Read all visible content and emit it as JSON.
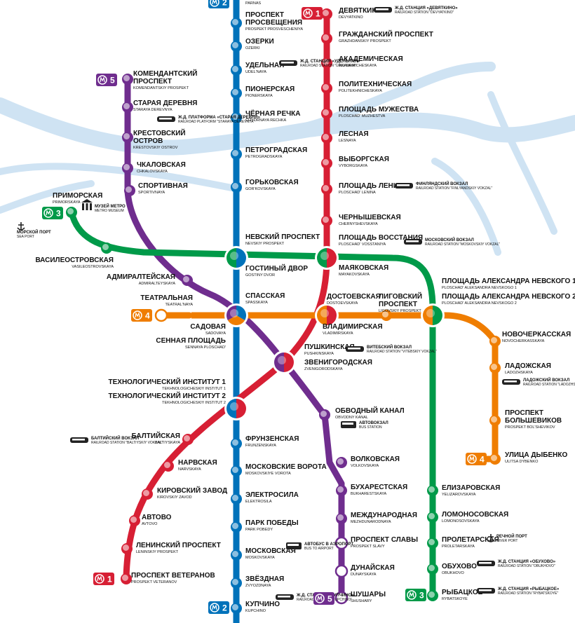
{
  "colors": {
    "line1": "#d71f34",
    "line2": "#0072ba",
    "line3": "#009a49",
    "line4": "#ef7d00",
    "line5": "#6f2d8e",
    "river": "#cfe3f3",
    "station_fill": "#ffffff"
  },
  "lines": [
    {
      "id": "1",
      "badge": "1",
      "color": "#d71f34",
      "icon": "metro-m-icon"
    },
    {
      "id": "2",
      "badge": "2",
      "color": "#0072ba",
      "icon": "metro-m-icon"
    },
    {
      "id": "3",
      "badge": "3",
      "color": "#009a49",
      "icon": "metro-m-icon"
    },
    {
      "id": "4",
      "badge": "4",
      "color": "#ef7d00",
      "icon": "metro-m-icon"
    },
    {
      "id": "5",
      "badge": "5",
      "color": "#6f2d8e",
      "icon": "metro-m-icon"
    }
  ],
  "stations": [
    {
      "id": "parnas",
      "ru": "",
      "en": "PARNAS",
      "line": "2"
    },
    {
      "id": "prosveshcheniya",
      "ru": "ПРОСПЕКТ ПРОСВЕЩЕНИЯ",
      "en": "PROSPEKT PROSVESCHENIYA",
      "line": "2"
    },
    {
      "id": "ozerki",
      "ru": "ОЗЕРКИ",
      "en": "OZERKI",
      "line": "2"
    },
    {
      "id": "udelnaya",
      "ru": "УДЕЛЬНАЯ",
      "en": "UDEL'NAYA",
      "line": "2"
    },
    {
      "id": "pionerskaya",
      "ru": "ПИОНЕРСКАЯ",
      "en": "PIONERSKAYA",
      "line": "2"
    },
    {
      "id": "chyornaya",
      "ru": "ЧЁРНАЯ РЕЧКА",
      "en": "CHYORNAYA RECHKA",
      "line": "2"
    },
    {
      "id": "petrogradskaya",
      "ru": "ПЕТРОГРАДСКАЯ",
      "en": "PETROGRADSKAYA",
      "line": "2"
    },
    {
      "id": "gorkovskaya",
      "ru": "ГОРЬКОВСКАЯ",
      "en": "GOR'KOVSKAYA",
      "line": "2"
    },
    {
      "id": "nevsky",
      "ru": "НЕВСКИЙ ПРОСПЕКТ",
      "en": "NEVSKIY PROSPEKT",
      "line": "2"
    },
    {
      "id": "gostiny",
      "ru": "ГОСТИНЫЙ ДВОР",
      "en": "GOSTINY DVOR",
      "line": "3"
    },
    {
      "id": "sennaya",
      "ru": "СЕННАЯ ПЛОЩАДЬ",
      "en": "SENNAYA PLOSCHAD'",
      "line": "2"
    },
    {
      "id": "spasskaya",
      "ru": "СПАССКАЯ",
      "en": "SPASSKAYA",
      "line": "4"
    },
    {
      "id": "sadovaya",
      "ru": "САДОВАЯ",
      "en": "SADOVAYA",
      "line": "5"
    },
    {
      "id": "tech1",
      "ru": "ТЕХНОЛОГИЧЕСКИЙ ИНСТИТУТ 1",
      "en": "TEKHNOLOGICHESKIY INSTITUT 1",
      "line": "1"
    },
    {
      "id": "tech2",
      "ru": "ТЕХНОЛОГИЧЕСКИЙ ИНСТИТУТ 2",
      "en": "TEKHNOLOGICHESKIY INSTITUT 2",
      "line": "2"
    },
    {
      "id": "frunzenskaya",
      "ru": "ФРУНЗЕНСКАЯ",
      "en": "FRUNZENSKAYA",
      "line": "2"
    },
    {
      "id": "moskovskie",
      "ru": "МОСКОВСКИЕ ВОРОТА",
      "en": "MOSKOVSKIYE VOROTA",
      "line": "2"
    },
    {
      "id": "elektrosila",
      "ru": "ЭЛЕКТРОСИЛА",
      "en": "ELEKTROSILA",
      "line": "2"
    },
    {
      "id": "park_pobedy",
      "ru": "ПАРК ПОБЕДЫ",
      "en": "PARK POBEDY",
      "line": "2"
    },
    {
      "id": "moskovskaya",
      "ru": "МОСКОВСКАЯ",
      "en": "MOSKOVSKAYA",
      "line": "2"
    },
    {
      "id": "zvyozdnaya",
      "ru": "ЗВЁЗДНАЯ",
      "en": "ZVYOZDNAYA",
      "line": "2"
    },
    {
      "id": "kupchino",
      "ru": "КУПЧИНО",
      "en": "KUPCHINO",
      "line": "2"
    },
    {
      "id": "devyatkino",
      "ru": "ДЕВЯТКИНО",
      "en": "DEVYATKINO",
      "line": "1"
    },
    {
      "id": "grazhdansky",
      "ru": "ГРАЖДАНСКИЙ ПРОСПЕКТ",
      "en": "GRAZHDANSKIY PROSPEKT",
      "line": "1"
    },
    {
      "id": "akademicheskaya",
      "ru": "АКАДЕМИЧЕСКАЯ",
      "en": "AKADEMICHESKAYA",
      "line": "1"
    },
    {
      "id": "politekhnicheskaya",
      "ru": "ПОЛИТЕХНИЧЕСКАЯ",
      "en": "POLITEKHNICHESKAYA",
      "line": "1"
    },
    {
      "id": "muzhestva",
      "ru": "ПЛОЩАДЬ МУЖЕСТВА",
      "en": "PLOSCHAD' MUZHESTVA",
      "line": "1"
    },
    {
      "id": "lesnaya",
      "ru": "ЛЕСНАЯ",
      "en": "LESNAYA",
      "line": "1"
    },
    {
      "id": "vyborgskaya",
      "ru": "ВЫБОРГСКАЯ",
      "en": "VYBORGSKAYA",
      "line": "1"
    },
    {
      "id": "lenina",
      "ru": "ПЛОЩАДЬ ЛЕНИНА",
      "en": "PLOSCHAD' LENINA",
      "line": "1"
    },
    {
      "id": "chernyshevskaya",
      "ru": "ЧЕРНЫШЕВСКАЯ",
      "en": "CHERNYSHEVSKAYA",
      "line": "1"
    },
    {
      "id": "vosstaniya",
      "ru": "ПЛОЩАДЬ ВОССТАНИЯ",
      "en": "PLOSCHAD' VOSSTANIYA",
      "line": "1"
    },
    {
      "id": "mayakovskaya",
      "ru": "МАЯКОВСКАЯ",
      "en": "MAYAKOVSKAYA",
      "line": "3"
    },
    {
      "id": "dostoevskaya",
      "ru": "ДОСТОЕВСКАЯ",
      "en": "DOSTOEVSKAYA",
      "line": "4"
    },
    {
      "id": "vladimirskaya",
      "ru": "ВЛАДИМИРСКАЯ",
      "en": "VLADIMIRSKAYA",
      "line": "1"
    },
    {
      "id": "pushkinskaya",
      "ru": "ПУШКИНСКАЯ",
      "en": "PUSHKINSKAYA",
      "line": "1"
    },
    {
      "id": "zvenigorodskaya",
      "ru": "ЗВЕНИГОРОДСКАЯ",
      "en": "ZVENIGORODSKAYA",
      "line": "5"
    },
    {
      "id": "baltiyskaya",
      "ru": "БАЛТИЙСКАЯ",
      "en": "BALTIYSKAYA",
      "line": "1"
    },
    {
      "id": "narvskaya",
      "ru": "НАРВСКАЯ",
      "en": "NARVSKAYA",
      "line": "1"
    },
    {
      "id": "kirovsky",
      "ru": "КИРОВСКИЙ ЗАВОД",
      "en": "KIROVSKIY ZAVOD",
      "line": "1"
    },
    {
      "id": "avtovo",
      "ru": "АВТОВО",
      "en": "AVTOVO",
      "line": "1"
    },
    {
      "id": "leninsky",
      "ru": "ЛЕНИНСКИЙ ПРОСПЕКТ",
      "en": "LENINSKIY PROSPEKT",
      "line": "1"
    },
    {
      "id": "veteranov",
      "ru": "ПРОСПЕКТ ВЕТЕРАНОВ",
      "en": "PROSPEKT VETERANOV",
      "line": "1"
    },
    {
      "id": "komendantsky",
      "ru": "КОМЕНДАНТСКИЙ ПРОСПЕКТ",
      "en": "KOMENDANTSKIY PROSPEKT",
      "line": "5"
    },
    {
      "id": "staraya",
      "ru": "СТАРАЯ ДЕРЕВНЯ",
      "en": "STARAYA DEREVNYA",
      "line": "5"
    },
    {
      "id": "krestovsky",
      "ru": "КРЕСТОВСКИЙ ОСТРОВ",
      "en": "KRESTOVSKIY OSTROV",
      "line": "5"
    },
    {
      "id": "chkalovskaya",
      "ru": "ЧКАЛОВСКАЯ",
      "en": "CHKALOVSKAYA",
      "line": "5"
    },
    {
      "id": "sportivnaya",
      "ru": "СПОРТИВНАЯ",
      "en": "SPORTIVNAYA",
      "line": "5"
    },
    {
      "id": "admiralteyskaya",
      "ru": "АДМИРАЛТЕЙСКАЯ",
      "en": "ADMIRALTEYSKAYA",
      "line": "5"
    },
    {
      "id": "obvodny",
      "ru": "ОБВОДНЫЙ КАНАЛ",
      "en": "OBVODNY KANAL",
      "line": "5"
    },
    {
      "id": "volkovskaya",
      "ru": "ВОЛКОВСКАЯ",
      "en": "VOLKOVSKAYA",
      "line": "5"
    },
    {
      "id": "bukharestskaya",
      "ru": "БУХАРЕСТСКАЯ",
      "en": "BUKHARESTSKAYA",
      "line": "5"
    },
    {
      "id": "mezhdunarodnaya",
      "ru": "МЕЖДУНАРОДНАЯ",
      "en": "MEZHDUNARODNAYA",
      "line": "5"
    },
    {
      "id": "slavy",
      "ru": "ПРОСПЕКТ СЛАВЫ",
      "en": "PROSPEKT SLAVY",
      "line": "5"
    },
    {
      "id": "dunayskaya",
      "ru": "ДУНАЙСКАЯ",
      "en": "DUNAYSKAYA",
      "line": "5"
    },
    {
      "id": "shushary",
      "ru": "ШУШАРЫ",
      "en": "SHUSHARY",
      "line": "5"
    },
    {
      "id": "primorskaya",
      "ru": "ПРИМОРСКАЯ",
      "en": "PRIMORSKAYA",
      "line": "3"
    },
    {
      "id": "vasileostrovskaya",
      "ru": "ВАСИЛЕОСТРОВСКАЯ",
      "en": "VASILEOSTROVSKAYA",
      "line": "3"
    },
    {
      "id": "an1",
      "ru": "ПЛОЩАДЬ АЛЕКСАНДРА НЕВСКОГО 1",
      "en": "PLOSCHAD' ALEKSANDRA NEVSKOGO 1",
      "line": "3"
    },
    {
      "id": "an2",
      "ru": "ПЛОЩАДЬ АЛЕКСАНДРА НЕВСКОГО 2",
      "en": "PLOSCHAD' ALEKSANDRA NEVSKOGO 2",
      "line": "4"
    },
    {
      "id": "elizarovskaya",
      "ru": "ЕЛИЗАРОВСКАЯ",
      "en": "YELIZAROVSKAYA",
      "line": "3"
    },
    {
      "id": "lomonosovskaya",
      "ru": "ЛОМОНОСОВСКАЯ",
      "en": "LOMONOSOVSKAYA",
      "line": "3"
    },
    {
      "id": "proletarskaya",
      "ru": "ПРОЛЕТАРСКАЯ",
      "en": "PROLETARSKAYA",
      "line": "3"
    },
    {
      "id": "obukhovo",
      "ru": "ОБУХОВО",
      "en": "OBUKHOVO",
      "line": "3"
    },
    {
      "id": "rybatskoe",
      "ru": "РЫБАЦКОЕ",
      "en": "RYBATSKOYE",
      "line": "3"
    },
    {
      "id": "teatralnaya",
      "ru": "ТЕАТРАЛЬНАЯ",
      "en": "TEATRAL'NAYA",
      "line": "4"
    },
    {
      "id": "ligovsky",
      "ru": "ЛИГОВСКИЙ ПРОСПЕКТ",
      "en": "LIGOVSKIY PROSPEKT",
      "line": "4"
    },
    {
      "id": "novocherkasskaya",
      "ru": "НОВОЧЕРКАССКАЯ",
      "en": "NOVOCHERKASSKAYA",
      "line": "4"
    },
    {
      "id": "ladozhskaya",
      "ru": "ЛАДОЖСКАЯ",
      "en": "LADOZHSKAYA",
      "line": "4"
    },
    {
      "id": "bolshevikov",
      "ru": "ПРОСПЕКТ БОЛЬШЕВИКОВ",
      "en": "PROSPEKT BOL'SHEVIKOV",
      "line": "4"
    },
    {
      "id": "dybenko",
      "ru": "УЛИЦА ДЫБЕНКО",
      "en": "ULITSA DYBENKO",
      "line": "4"
    }
  ],
  "annotations": [
    {
      "id": "udelnaya_rail",
      "ru": "Ж.Д. СТАНЦИЯ «УДЕЛЬНАЯ»",
      "en": "RAILROAD STATION \"UDEL'NAYA\"",
      "icon": "train-icon"
    },
    {
      "id": "devyatkino_rail",
      "ru": "Ж.Д. СТАНЦИЯ «ДЕВЯТКИНО»",
      "en": "RAILROAD STATION \"DEVYATKINO\"",
      "icon": "train-icon"
    },
    {
      "id": "staraya_rail",
      "ru": "Ж.Д. ПЛАТФОРМА «СТАРАЯ ДЕРЕВНЯ»",
      "en": "RAILROAD PLATFORM \"STARAYA DEREVNYA\"",
      "icon": "train-icon"
    },
    {
      "id": "finlyandsky",
      "ru": "ФИНЛЯНДСКИЙ ВОКЗАЛ",
      "en": "RAILROAD STATION \"FINLYANDSKIY VOKZAL\"",
      "icon": "train-icon"
    },
    {
      "id": "moskovsky_vokzal",
      "ru": "МОСКОВСКИЙ ВОКЗАЛ",
      "en": "RAILROAD STATION \"MOSKOVSKIY VOKZAL\"",
      "icon": "train-icon"
    },
    {
      "id": "vitebsky",
      "ru": "ВИТЕБСКИЙ ВОКЗАЛ",
      "en": "RAILROAD STATION \"VITEBSKIY VOKZAL\"",
      "icon": "train-icon"
    },
    {
      "id": "baltiysky_vokzal",
      "ru": "БАЛТИЙСКИЙ ВОКЗАЛ",
      "en": "RAILROAD STATION \"BALTIYSKIY VOKZAL\"",
      "icon": "train-icon"
    },
    {
      "id": "avtovokzal",
      "ru": "АВТОВОКЗАЛ",
      "en": "BUS STATION",
      "icon": "bus-icon"
    },
    {
      "id": "ladozhsky_vokzal",
      "ru": "ЛАДОЖСКИЙ ВОКЗАЛ",
      "en": "RAILROAD STATION \"LADOZHSKIY VOKZAL\"",
      "icon": "train-icon"
    },
    {
      "id": "airport_bus",
      "ru": "АВТОБУС В АЭРОПОРТ",
      "en": "BUS TO AIRPORT",
      "icon": "bus-icon"
    },
    {
      "id": "kupchino_rail",
      "ru": "Ж.Д. СТАНЦИЯ «КУПЧИНО»",
      "en": "RAILROAD STATION \"KUPCHINO\"",
      "icon": "train-icon"
    },
    {
      "id": "obukhovo_rail",
      "ru": "Ж.Д. СТАНЦИЯ «ОБУХОВО»",
      "en": "RAILROAD STATION \"OBUKHOVO\"",
      "icon": "train-icon"
    },
    {
      "id": "rybatskoe_rail",
      "ru": "Ж.Д. СТАНЦИЯ «РЫБАЦКОЕ»",
      "en": "RAILROAD STATION \"RYBATSKOYE\"",
      "icon": "train-icon"
    },
    {
      "id": "river_port",
      "ru": "РЕЧНОЙ ПОРТ",
      "en": "RIVER PORT",
      "icon": "anchor-icon"
    },
    {
      "id": "sea_port",
      "ru": "МОРСКОЙ ПОРТ",
      "en": "SEA PORT",
      "icon": "anchor-icon"
    },
    {
      "id": "metro_museum",
      "ru": "МУЗЕЙ МЕТРО",
      "en": "METRO MUSEUM",
      "icon": "museum-icon"
    }
  ]
}
